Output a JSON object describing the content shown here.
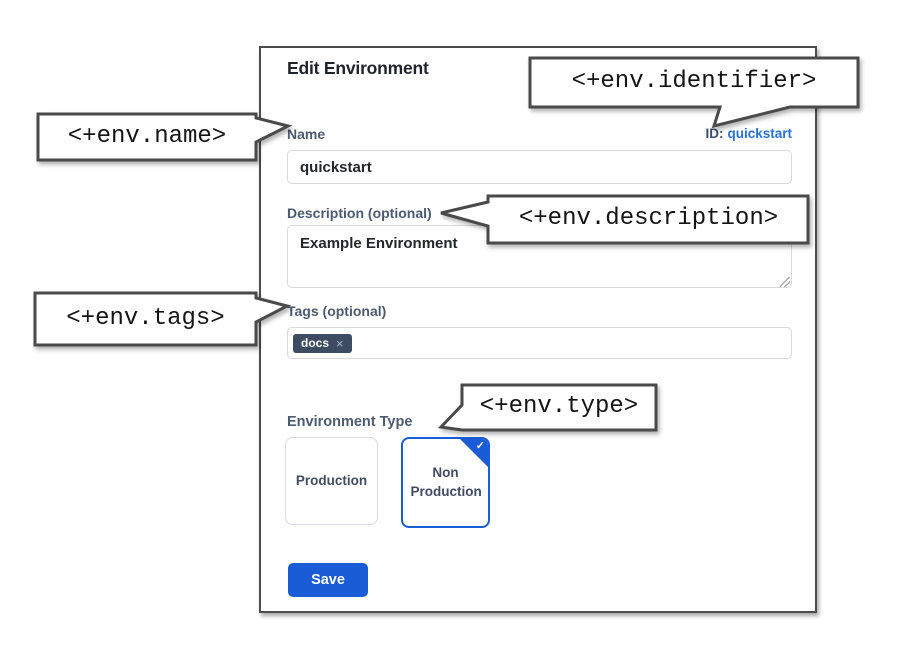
{
  "panel": {
    "title": "Edit Environment",
    "name_field": {
      "label": "Name",
      "value": "quickstart"
    },
    "id_field": {
      "label": "ID:",
      "value": "quickstart"
    },
    "description_field": {
      "label": "Description (optional)",
      "value": "Example Environment"
    },
    "tags_field": {
      "label": "Tags (optional)",
      "tags": [
        {
          "label": "docs"
        }
      ]
    },
    "environment_type": {
      "label": "Environment Type",
      "options": [
        {
          "label": "Production",
          "selected": false
        },
        {
          "label": "Non Production",
          "selected": true
        }
      ]
    },
    "save_button": "Save"
  },
  "callouts": {
    "name": "<+env.name>",
    "identifier": "<+env.identifier>",
    "description": "<+env.description>",
    "tags": "<+env.tags>",
    "type": "<+env.type>"
  },
  "icons": {
    "check": "✓",
    "remove_tag": "×"
  },
  "colors": {
    "accent_blue": "#1a5cd6",
    "link_blue": "#2871d9",
    "tag_chip_bg": "#3e4c63",
    "callout_border": "#4a4a4a",
    "panel_border": "#4c4c4c"
  }
}
